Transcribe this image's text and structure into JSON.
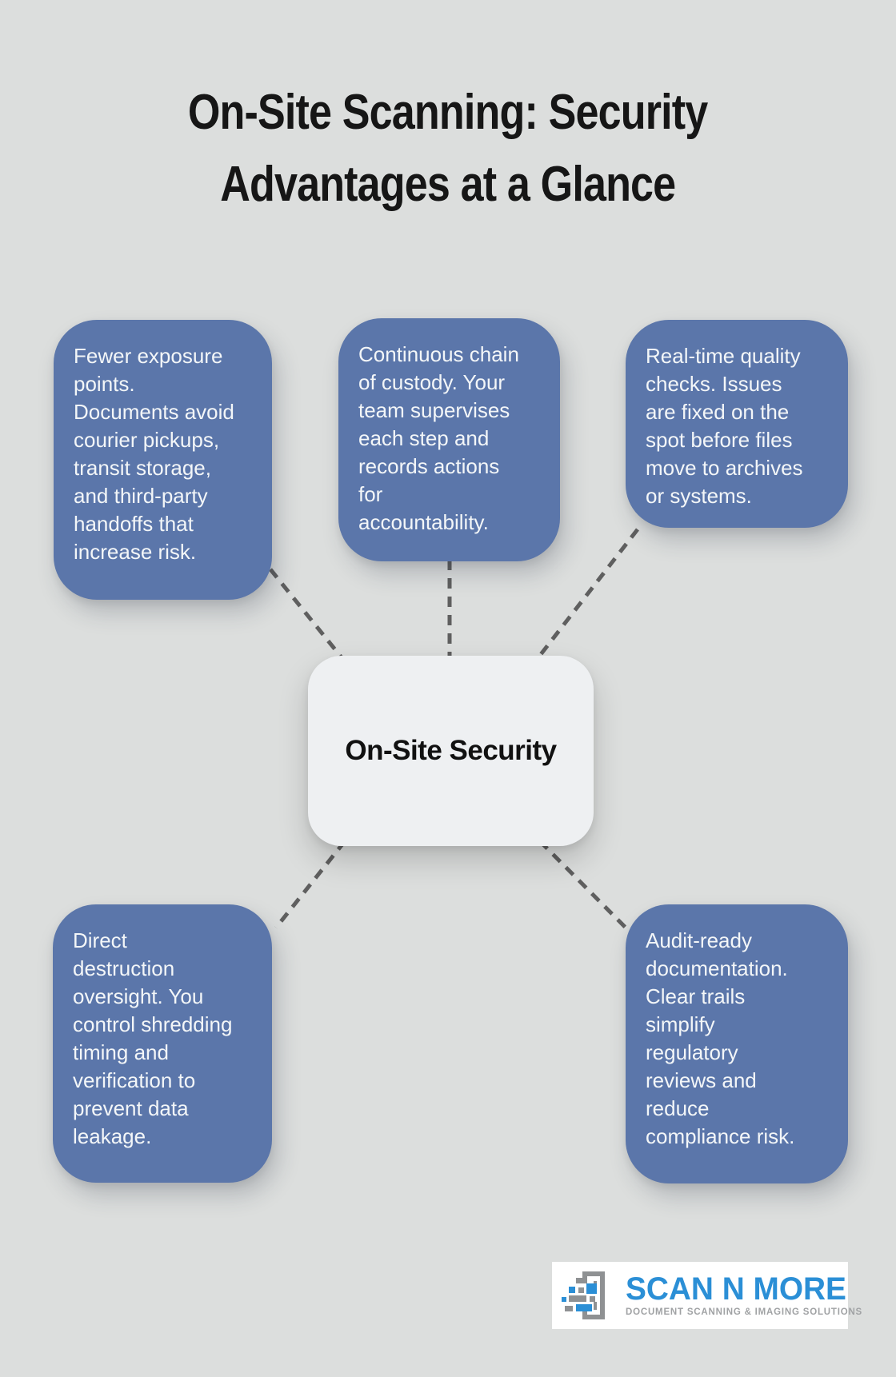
{
  "title": {
    "line1": "On-Site Scanning: Security",
    "line2": "Advantages at a Glance"
  },
  "center": {
    "label": "On-Site Security"
  },
  "nodes": [
    {
      "id": "fewer-exposure-points",
      "text": "Fewer exposure\npoints.\nDocuments avoid\ncourier pickups,\ntransit storage,\nand third-party\nhandoffs that\nincrease risk."
    },
    {
      "id": "chain-of-custody",
      "text": "Continuous chain\nof custody. Your\nteam supervises\neach step and\nrecords actions\nfor\naccountability."
    },
    {
      "id": "real-time-quality",
      "text": "Real-time quality\nchecks. Issues\nare fixed on the\nspot before files\nmove to archives\nor systems."
    },
    {
      "id": "destruction-oversight",
      "text": "Direct\ndestruction\noversight. You\ncontrol shredding\ntiming and\nverification to\nprevent data\nleakage."
    },
    {
      "id": "audit-ready",
      "text": "Audit-ready\ndocumentation.\nClear trails\nsimplify\nregulatory\nreviews and\nreduce\ncompliance risk."
    }
  ],
  "logo": {
    "name": "SCAN N MORE",
    "tagline": "DOCUMENT SCANNING & IMAGING SOLUTIONS"
  },
  "colors": {
    "background": "#dcdedd",
    "box_blue": "#5b76aa",
    "box_text": "#f3f6f8",
    "center_node_bg": "#eef0f2",
    "title_text": "#161616",
    "dashed_line": "#5f5f5f",
    "logo_blue": "#2b8fd6",
    "logo_gray": "#a0a2a4"
  }
}
